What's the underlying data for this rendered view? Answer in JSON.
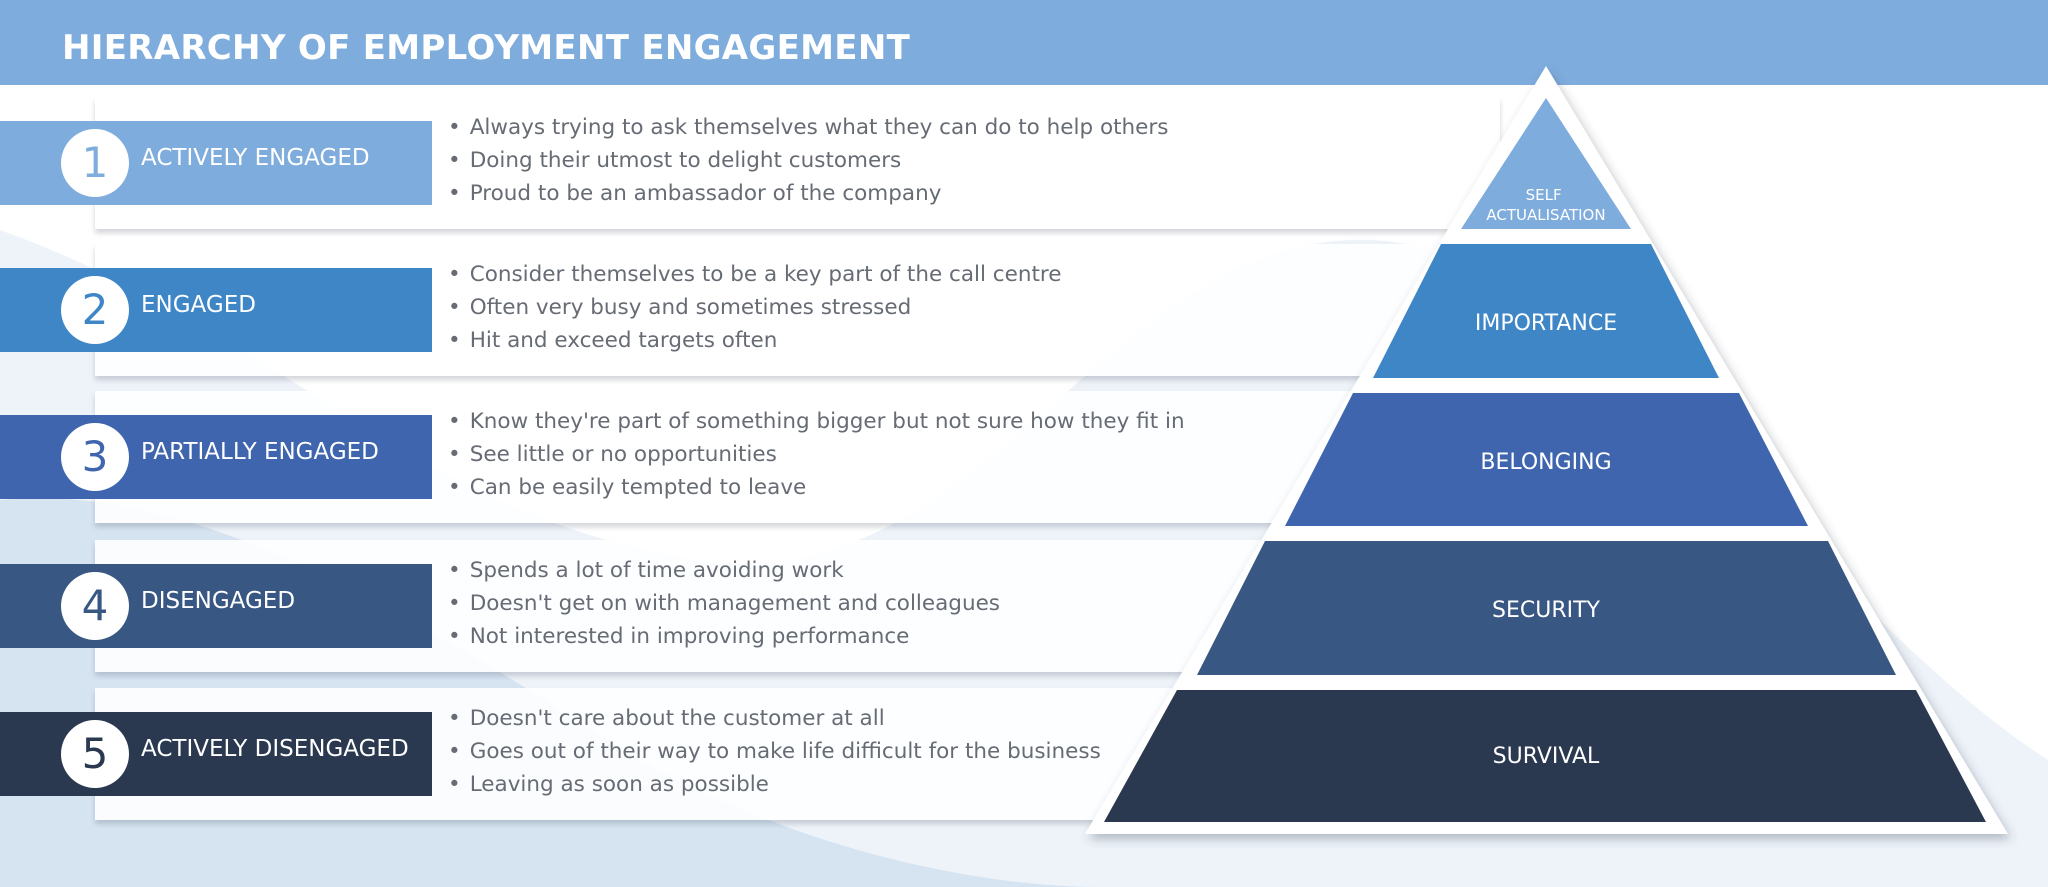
{
  "header": {
    "title": "HIERARCHY OF EMPLOYMENT ENGAGEMENT"
  },
  "colors": {
    "header": "#7eacdd",
    "level1": "#7eacdd",
    "level2": "#3e86c6",
    "level3": "#3e65ae",
    "level4": "#395783",
    "level5": "#2a3950"
  },
  "rows": [
    {
      "number": "1",
      "label": "ACTIVELY ENGAGED",
      "bullets": [
        "Always trying to ask themselves what they can do to help others",
        "Doing their utmost to delight customers",
        "Proud to be an ambassador of the company"
      ]
    },
    {
      "number": "2",
      "label": "ENGAGED",
      "bullets": [
        "Consider themselves to be a key part of the call centre",
        "Often very busy and sometimes stressed",
        "Hit and exceed targets often"
      ]
    },
    {
      "number": "3",
      "label": "PARTIALLY ENGAGED",
      "bullets": [
        "Know they're part of something bigger but not sure how they fit in",
        "See little or no opportunities",
        "Can be easily tempted to leave"
      ]
    },
    {
      "number": "4",
      "label": "DISENGAGED",
      "bullets": [
        "Spends a lot of time avoiding work",
        "Doesn't get on with management and colleagues",
        "Not interested in improving performance"
      ]
    },
    {
      "number": "5",
      "label": "ACTIVELY DISENGAGED",
      "bullets": [
        "Doesn't care about the customer at all",
        "Goes out of their way to make life difficult for the business",
        "Leaving as soon as possible"
      ]
    }
  ],
  "pyramid": {
    "levels": [
      {
        "lines": [
          "SELF",
          "ACTUALISATION"
        ]
      },
      {
        "lines": [
          "IMPORTANCE"
        ]
      },
      {
        "lines": [
          "BELONGING"
        ]
      },
      {
        "lines": [
          "SECURITY"
        ]
      },
      {
        "lines": [
          "SURVIVAL"
        ]
      }
    ]
  }
}
